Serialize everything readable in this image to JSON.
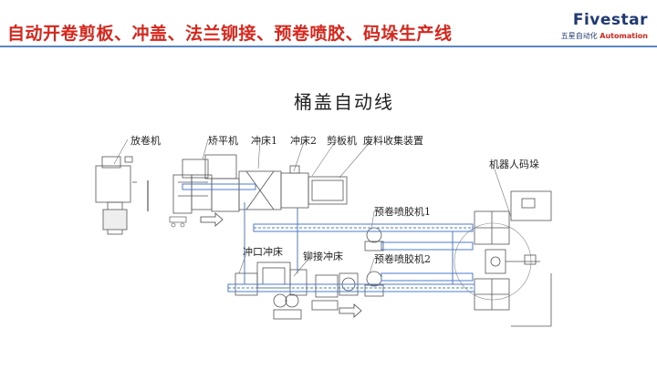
{
  "header": {
    "title": "自动开卷剪板、冲盖、法兰铆接、预卷喷胶、码垛生产线",
    "logo_main": "Fivestar",
    "logo_sub_cn": "五星自动化",
    "logo_sub_en": "Automation"
  },
  "diagram": {
    "title": "桶盖自动线",
    "labels": {
      "uncoiler": "放卷机",
      "leveler": "矫平机",
      "press1": "冲床1",
      "press2": "冲床2",
      "shear": "剪板机",
      "scrap": "废料收集装置",
      "robot": "机器人码垛",
      "curl_glue1": "预卷喷胶机1",
      "curl_glue2": "预卷喷胶机2",
      "port_press": "冲口冲床",
      "rivet_press": "铆接冲床"
    }
  },
  "colors": {
    "title_red": "#d9261c",
    "line_blue": "#5b86c4",
    "logo_navy": "#1f3a73",
    "conveyor": "#4e7bd0"
  }
}
